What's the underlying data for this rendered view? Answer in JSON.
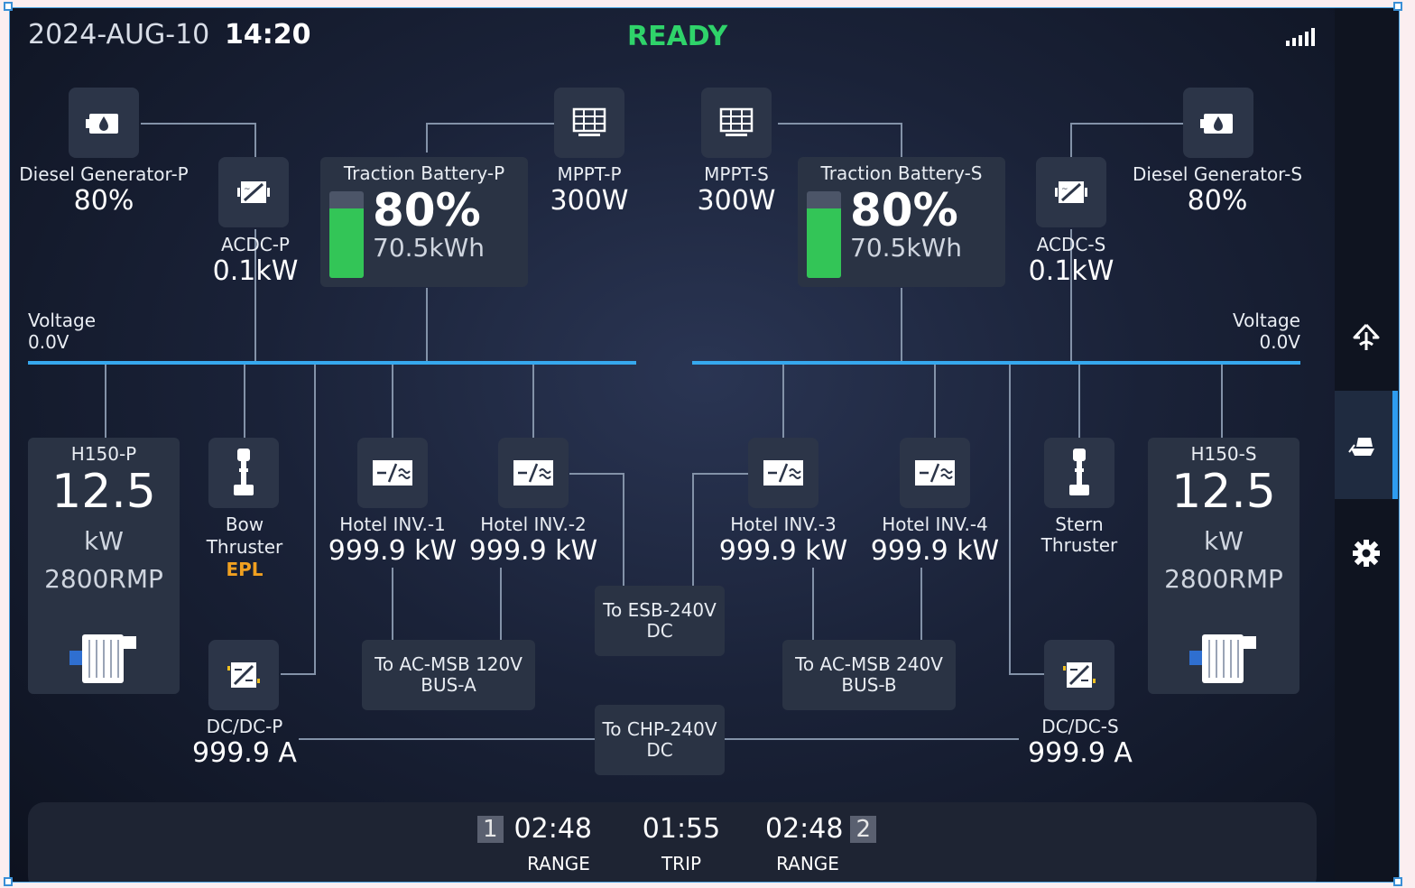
{
  "header": {
    "date": "2024-AUG-10",
    "time": "14:20",
    "status": "READY"
  },
  "colors": {
    "bus": "#36a8ee",
    "status": "#2fd36a",
    "accent": "#f0a020",
    "tile": "#2c3548"
  },
  "port": {
    "generator": {
      "label": "Diesel Generator-P",
      "value": "80%"
    },
    "acdc": {
      "label": "ACDC-P",
      "value": "0.1kW"
    },
    "battery": {
      "label": "Traction Battery-P",
      "percent": "80%",
      "energy": "70.5kWh",
      "level": 0.8
    },
    "mppt": {
      "label": "MPPT-P",
      "value": "300W"
    },
    "voltage": {
      "label": "Voltage",
      "value": "0.0V"
    },
    "motor": {
      "label": "H150-P",
      "value": "12.5",
      "unit": "kW",
      "rpm": "2800RMP"
    },
    "thruster": {
      "label_line1": "Bow",
      "label_line2": "Thruster",
      "tag": "EPL"
    },
    "inv1": {
      "label": "Hotel INV.-1",
      "value": "999.9 kW"
    },
    "inv2": {
      "label": "Hotel INV.-2",
      "value": "999.9 kW"
    },
    "dcdc": {
      "label": "DC/DC-P",
      "value": "999.9 A"
    },
    "msb": {
      "line1": "To AC-MSB 120V",
      "line2": "BUS-A"
    }
  },
  "starboard": {
    "generator": {
      "label": "Diesel Generator-S",
      "value": "80%"
    },
    "acdc": {
      "label": "ACDC-S",
      "value": "0.1kW"
    },
    "battery": {
      "label": "Traction Battery-S",
      "percent": "80%",
      "energy": "70.5kWh",
      "level": 0.8
    },
    "mppt": {
      "label": "MPPT-S",
      "value": "300W"
    },
    "voltage": {
      "label": "Voltage",
      "value": "0.0V"
    },
    "motor": {
      "label": "H150-S",
      "value": "12.5",
      "unit": "kW",
      "rpm": "2800RMP"
    },
    "thruster": {
      "label_line1": "Stern",
      "label_line2": "Thruster"
    },
    "inv3": {
      "label": "Hotel INV.-3",
      "value": "999.9 kW"
    },
    "inv4": {
      "label": "Hotel INV.-4",
      "value": "999.9 kW"
    },
    "dcdc": {
      "label": "DC/DC-S",
      "value": "999.9 A"
    },
    "msb": {
      "line1": "To AC-MSB 240V",
      "line2": "BUS-B"
    }
  },
  "center": {
    "esb": {
      "line1": "To ESB-240V",
      "line2": "DC"
    },
    "chp": {
      "line1": "To CHP-240V",
      "line2": "DC"
    }
  },
  "footer": {
    "range1": {
      "badge": "1",
      "time": "02:48",
      "label": "RANGE"
    },
    "trip": {
      "time": "01:55",
      "label": "TRIP"
    },
    "range2": {
      "badge": "2",
      "time": "02:48",
      "label": "RANGE"
    }
  },
  "sidebar": {
    "items": [
      {
        "icon": "upload-arrow-icon"
      },
      {
        "icon": "ship-icon",
        "active": true
      },
      {
        "icon": "gear-icon"
      }
    ]
  }
}
